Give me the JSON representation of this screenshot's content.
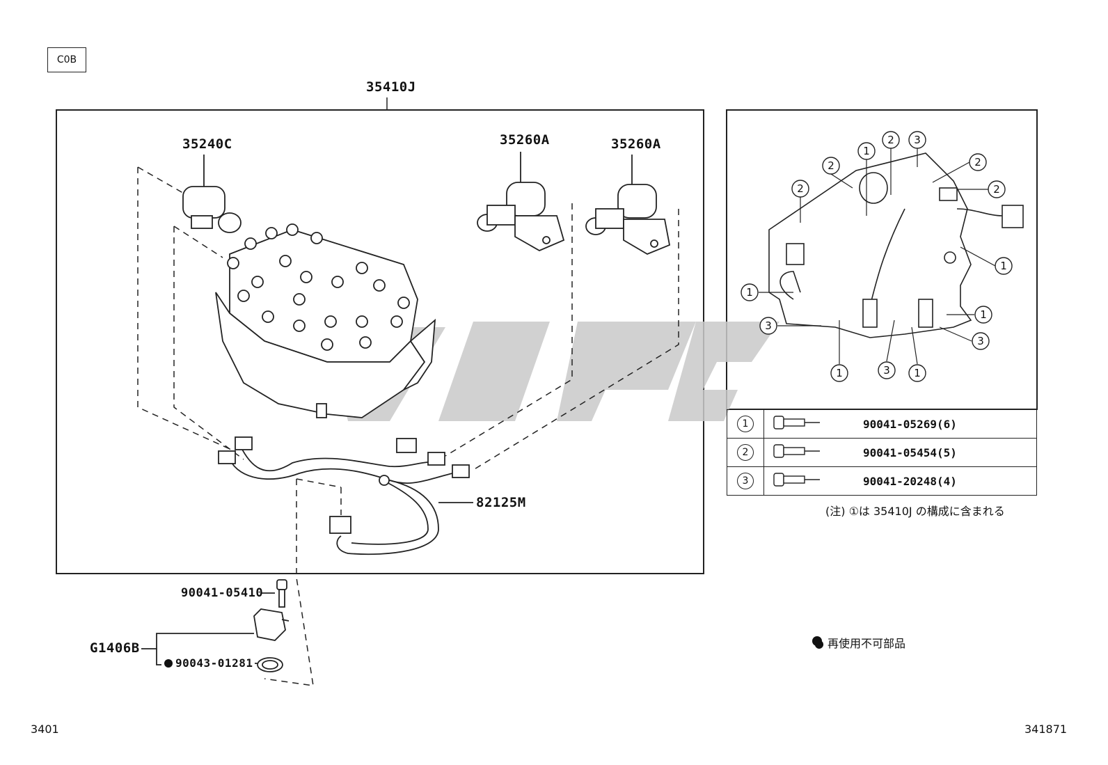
{
  "page_code": "C0B",
  "main_assembly": "35410J",
  "parts": {
    "solenoid_1": "35240C",
    "solenoid_2": "35260A",
    "solenoid_3": "35260A",
    "wire_harness": "82125M",
    "bolt": "90041-05410",
    "sensor": "G1406B",
    "oring": "90043-01281"
  },
  "detail_callouts": [
    "1",
    "2",
    "3"
  ],
  "legend": [
    {
      "num": "1",
      "part": "90041-05269(6)"
    },
    {
      "num": "2",
      "part": "90041-05454(5)"
    },
    {
      "num": "3",
      "part": "90041-20248(4)"
    }
  ],
  "note": "(注) ①は 35410J の構成に含まれる",
  "non_reusable_note": "● 再使用不可部品",
  "footer_left": "3401",
  "footer_right": "341871"
}
